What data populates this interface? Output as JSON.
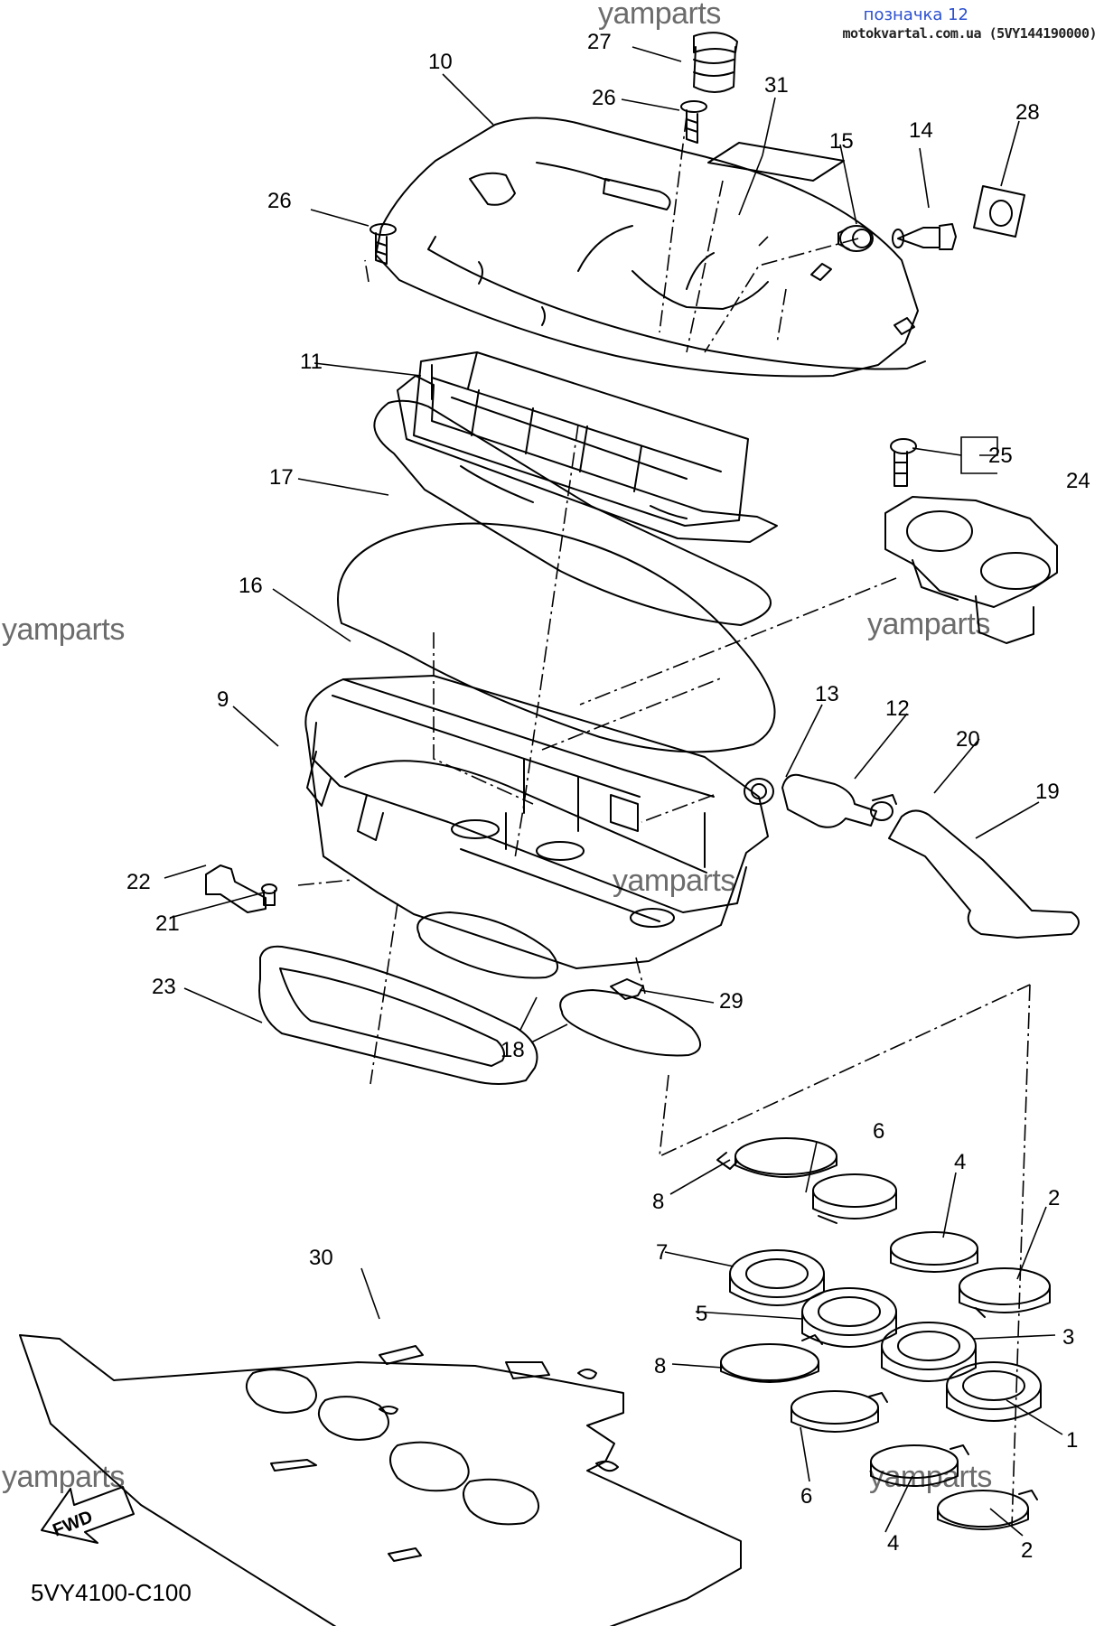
{
  "header": {
    "title": "позначка 12",
    "subtitle": "motokvartal.com.ua (5VY144190000)"
  },
  "watermark": "yamparts",
  "diagram_code": "5VY4100-C100",
  "fwd_label": "FWD",
  "labels": [
    "1",
    "2",
    "3",
    "4",
    "5",
    "6",
    "7",
    "8",
    "9",
    "10",
    "11",
    "12",
    "13",
    "14",
    "15",
    "16",
    "17",
    "18",
    "19",
    "20",
    "21",
    "22",
    "23",
    "24",
    "25",
    "26",
    "27",
    "28",
    "29",
    "30",
    "31"
  ]
}
